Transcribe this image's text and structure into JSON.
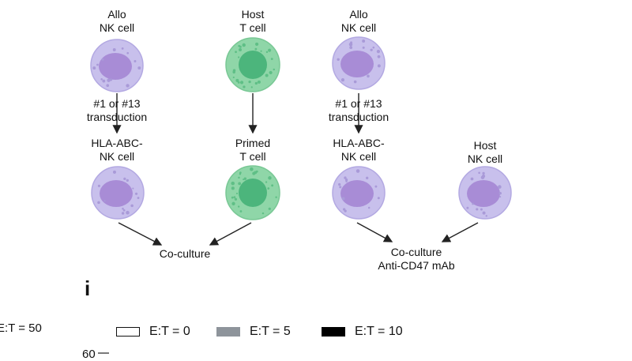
{
  "diagram": {
    "left_panel": {
      "donor_cell": [
        "Allo",
        "NK cell"
      ],
      "host_cell": [
        "Host",
        "T cell"
      ],
      "step": [
        "#1 or #13",
        "transduction"
      ],
      "edited_cell": [
        "HLA-ABC-",
        "NK cell"
      ],
      "primed_cell": [
        "Primed",
        "T cell"
      ],
      "result": "Co-culture"
    },
    "right_panel": {
      "donor_cell": [
        "Allo",
        "NK cell"
      ],
      "step": [
        "#1 or #13",
        "transduction"
      ],
      "edited_cell": [
        "HLA-ABC-",
        "NK cell"
      ],
      "host_cell": [
        "Host",
        "NK cell"
      ],
      "result": [
        "Co-culture",
        "Anti-CD47 mAb"
      ]
    },
    "cell_colors": {
      "nk_body": "#c8c0ec",
      "nk_nucleus": "#a88cd6",
      "t_body": "#8fd6a8",
      "t_nucleus": "#4cb57c"
    }
  },
  "panel_i": {
    "letter": "i",
    "cropped_label": "E:T = 50",
    "axis_tick": "60",
    "legend": [
      {
        "label": "E:T = 0",
        "color": "#ffffff"
      },
      {
        "label": "E:T = 5",
        "color": "#8e949b"
      },
      {
        "label": "E:T = 10",
        "color": "#000000"
      }
    ]
  }
}
